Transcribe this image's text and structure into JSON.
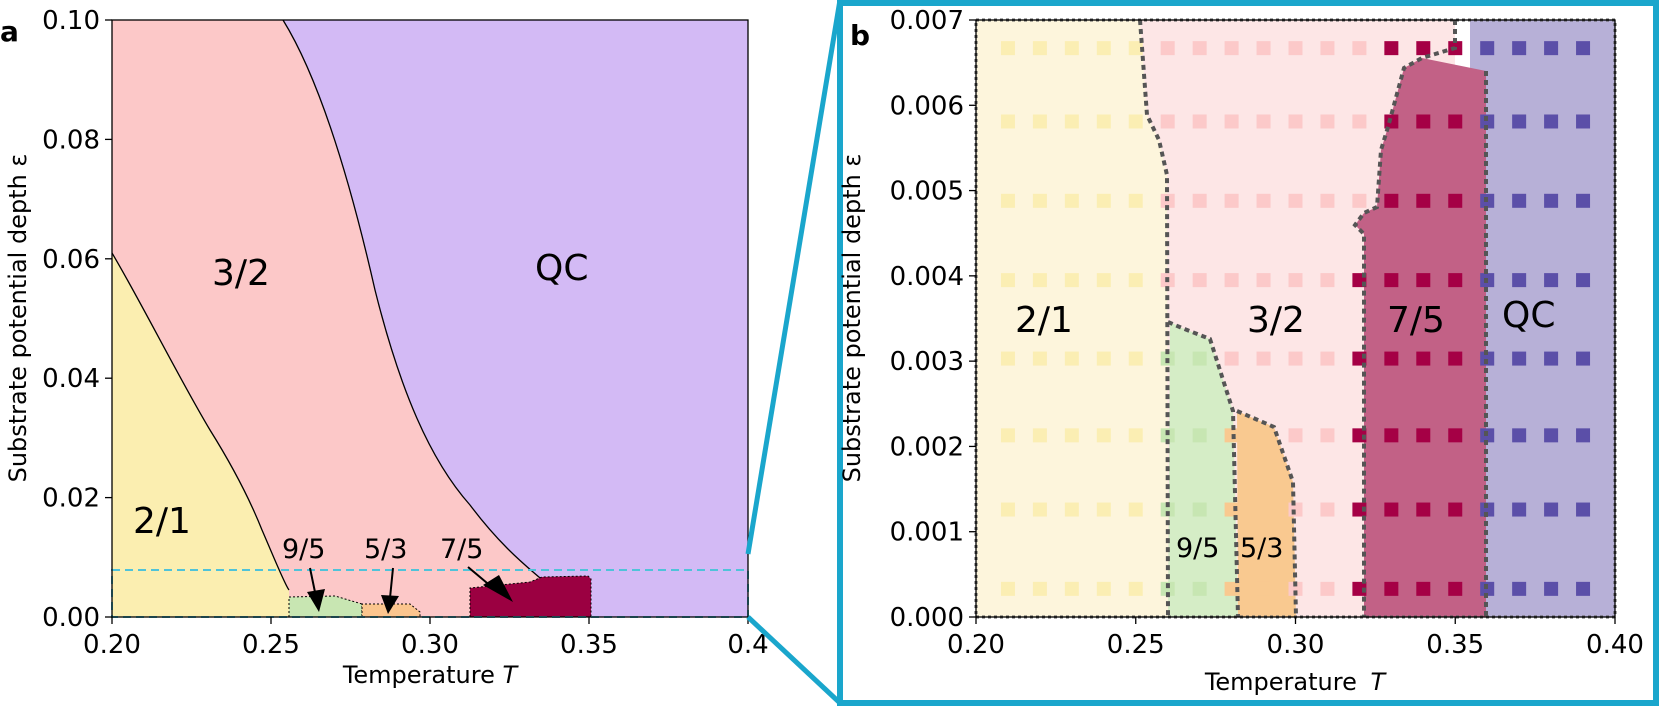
{
  "chart_data": [
    {
      "panel": "a",
      "type": "area",
      "xlabel": "Temperature",
      "xlabel_symbol": "T",
      "ylabel": "Substrate potential depth ε",
      "xlim": [
        0.2,
        0.4
      ],
      "ylim": [
        0.0,
        0.1
      ],
      "xticks": [
        "0.20",
        "0.25",
        "0.30",
        "0.35",
        "0.4"
      ],
      "yticks": [
        "0.00",
        "0.02",
        "0.04",
        "0.06",
        "0.08",
        "0.10"
      ],
      "grid": false,
      "regions": [
        {
          "name": "2/1",
          "color": "#fbeeb0"
        },
        {
          "name": "3/2",
          "color": "#fcc8c8"
        },
        {
          "name": "QC",
          "color": "#d3baf5"
        },
        {
          "name": "9/5",
          "color": "#c8e6b2"
        },
        {
          "name": "5/3",
          "color": "#fbc58e"
        },
        {
          "name": "7/5",
          "color": "#9b0041"
        }
      ],
      "boundaries": [
        {
          "between": "2/1|3/2",
          "x": [
            0.2,
            0.21,
            0.22,
            0.23,
            0.24,
            0.25,
            0.255
          ],
          "y": [
            0.061,
            0.052,
            0.04,
            0.028,
            0.018,
            0.008,
            0.003
          ]
        },
        {
          "between": "3/2|QC",
          "x": [
            0.254,
            0.27,
            0.285,
            0.3,
            0.315,
            0.33,
            0.336
          ],
          "y": [
            0.1,
            0.087,
            0.065,
            0.045,
            0.025,
            0.01,
            0.006
          ]
        }
      ],
      "annotations": [
        "9/5",
        "5/3",
        "7/5"
      ],
      "inset_box": {
        "xlim": [
          0.2,
          0.4
        ],
        "ylim": [
          0.0,
          0.0078
        ],
        "style": "dashed",
        "color": "#4fc3d9"
      }
    },
    {
      "panel": "b",
      "type": "scatter",
      "xlabel": "Temperature",
      "xlabel_symbol": "T",
      "ylabel": "Substrate potential depth ε",
      "xlim": [
        0.2,
        0.4
      ],
      "ylim": [
        0.0,
        0.007
      ],
      "xticks": [
        "0.20",
        "0.25",
        "0.30",
        "0.35",
        "0.40"
      ],
      "yticks": [
        "0.000",
        "0.001",
        "0.002",
        "0.003",
        "0.004",
        "0.005",
        "0.006",
        "0.007"
      ],
      "grid": false,
      "grid_x": [
        0.21,
        0.22,
        0.23,
        0.24,
        0.25,
        0.26,
        0.27,
        0.28,
        0.29,
        0.3,
        0.31,
        0.32,
        0.33,
        0.34,
        0.35,
        0.36,
        0.37,
        0.38,
        0.39
      ],
      "grid_y": [
        0.00033,
        0.00126,
        0.00213,
        0.00303,
        0.00395,
        0.00488,
        0.00581,
        0.00667
      ],
      "regions": [
        {
          "name": "2/1",
          "color": "#fdf5dc",
          "marker": "#fbeeb3"
        },
        {
          "name": "3/2",
          "color": "#fde6e6",
          "marker": "#fcc9c9"
        },
        {
          "name": "9/5",
          "color": "#d5edc6",
          "marker": "#c7e6b2"
        },
        {
          "name": "5/3",
          "color": "#f9c990",
          "marker": "#f9c990"
        },
        {
          "name": "7/5",
          "color": "#c26186",
          "marker": "#a50045"
        },
        {
          "name": "QC",
          "color": "#b7b0d7",
          "marker": "#5b4fa8"
        }
      ],
      "boundaries": [
        {
          "between": "2/1|rest",
          "x": [
            0.25,
            0.251,
            0.253,
            0.255,
            0.257,
            0.257
          ],
          "y": [
            0.007,
            0.0059,
            0.0056,
            0.0053,
            0.005,
            0.0
          ]
        },
        {
          "between": "3/2|7/5",
          "x": [
            0.344,
            0.339,
            0.331,
            0.328,
            0.328,
            0.323,
            0.316,
            0.316
          ],
          "y": [
            0.007,
            0.0066,
            0.0064,
            0.0055,
            0.0049,
            0.0047,
            0.0045,
            0.0
          ]
        },
        {
          "between": "7/5|QC",
          "x": [
            0.352,
            0.353,
            0.353
          ],
          "y": [
            0.0065,
            0.0064,
            0.0
          ]
        },
        {
          "between": "9/5 outline",
          "x": [
            0.258,
            0.26,
            0.271,
            0.278,
            0.279
          ],
          "y": [
            0.0,
            0.0035,
            0.0033,
            0.0025,
            0.0
          ]
        },
        {
          "between": "5/3 outline",
          "x": [
            0.279,
            0.287,
            0.293,
            0.296,
            0.296
          ],
          "y": [
            0.0024,
            0.0023,
            0.0016,
            0.0016,
            0.0
          ]
        }
      ]
    }
  ]
}
